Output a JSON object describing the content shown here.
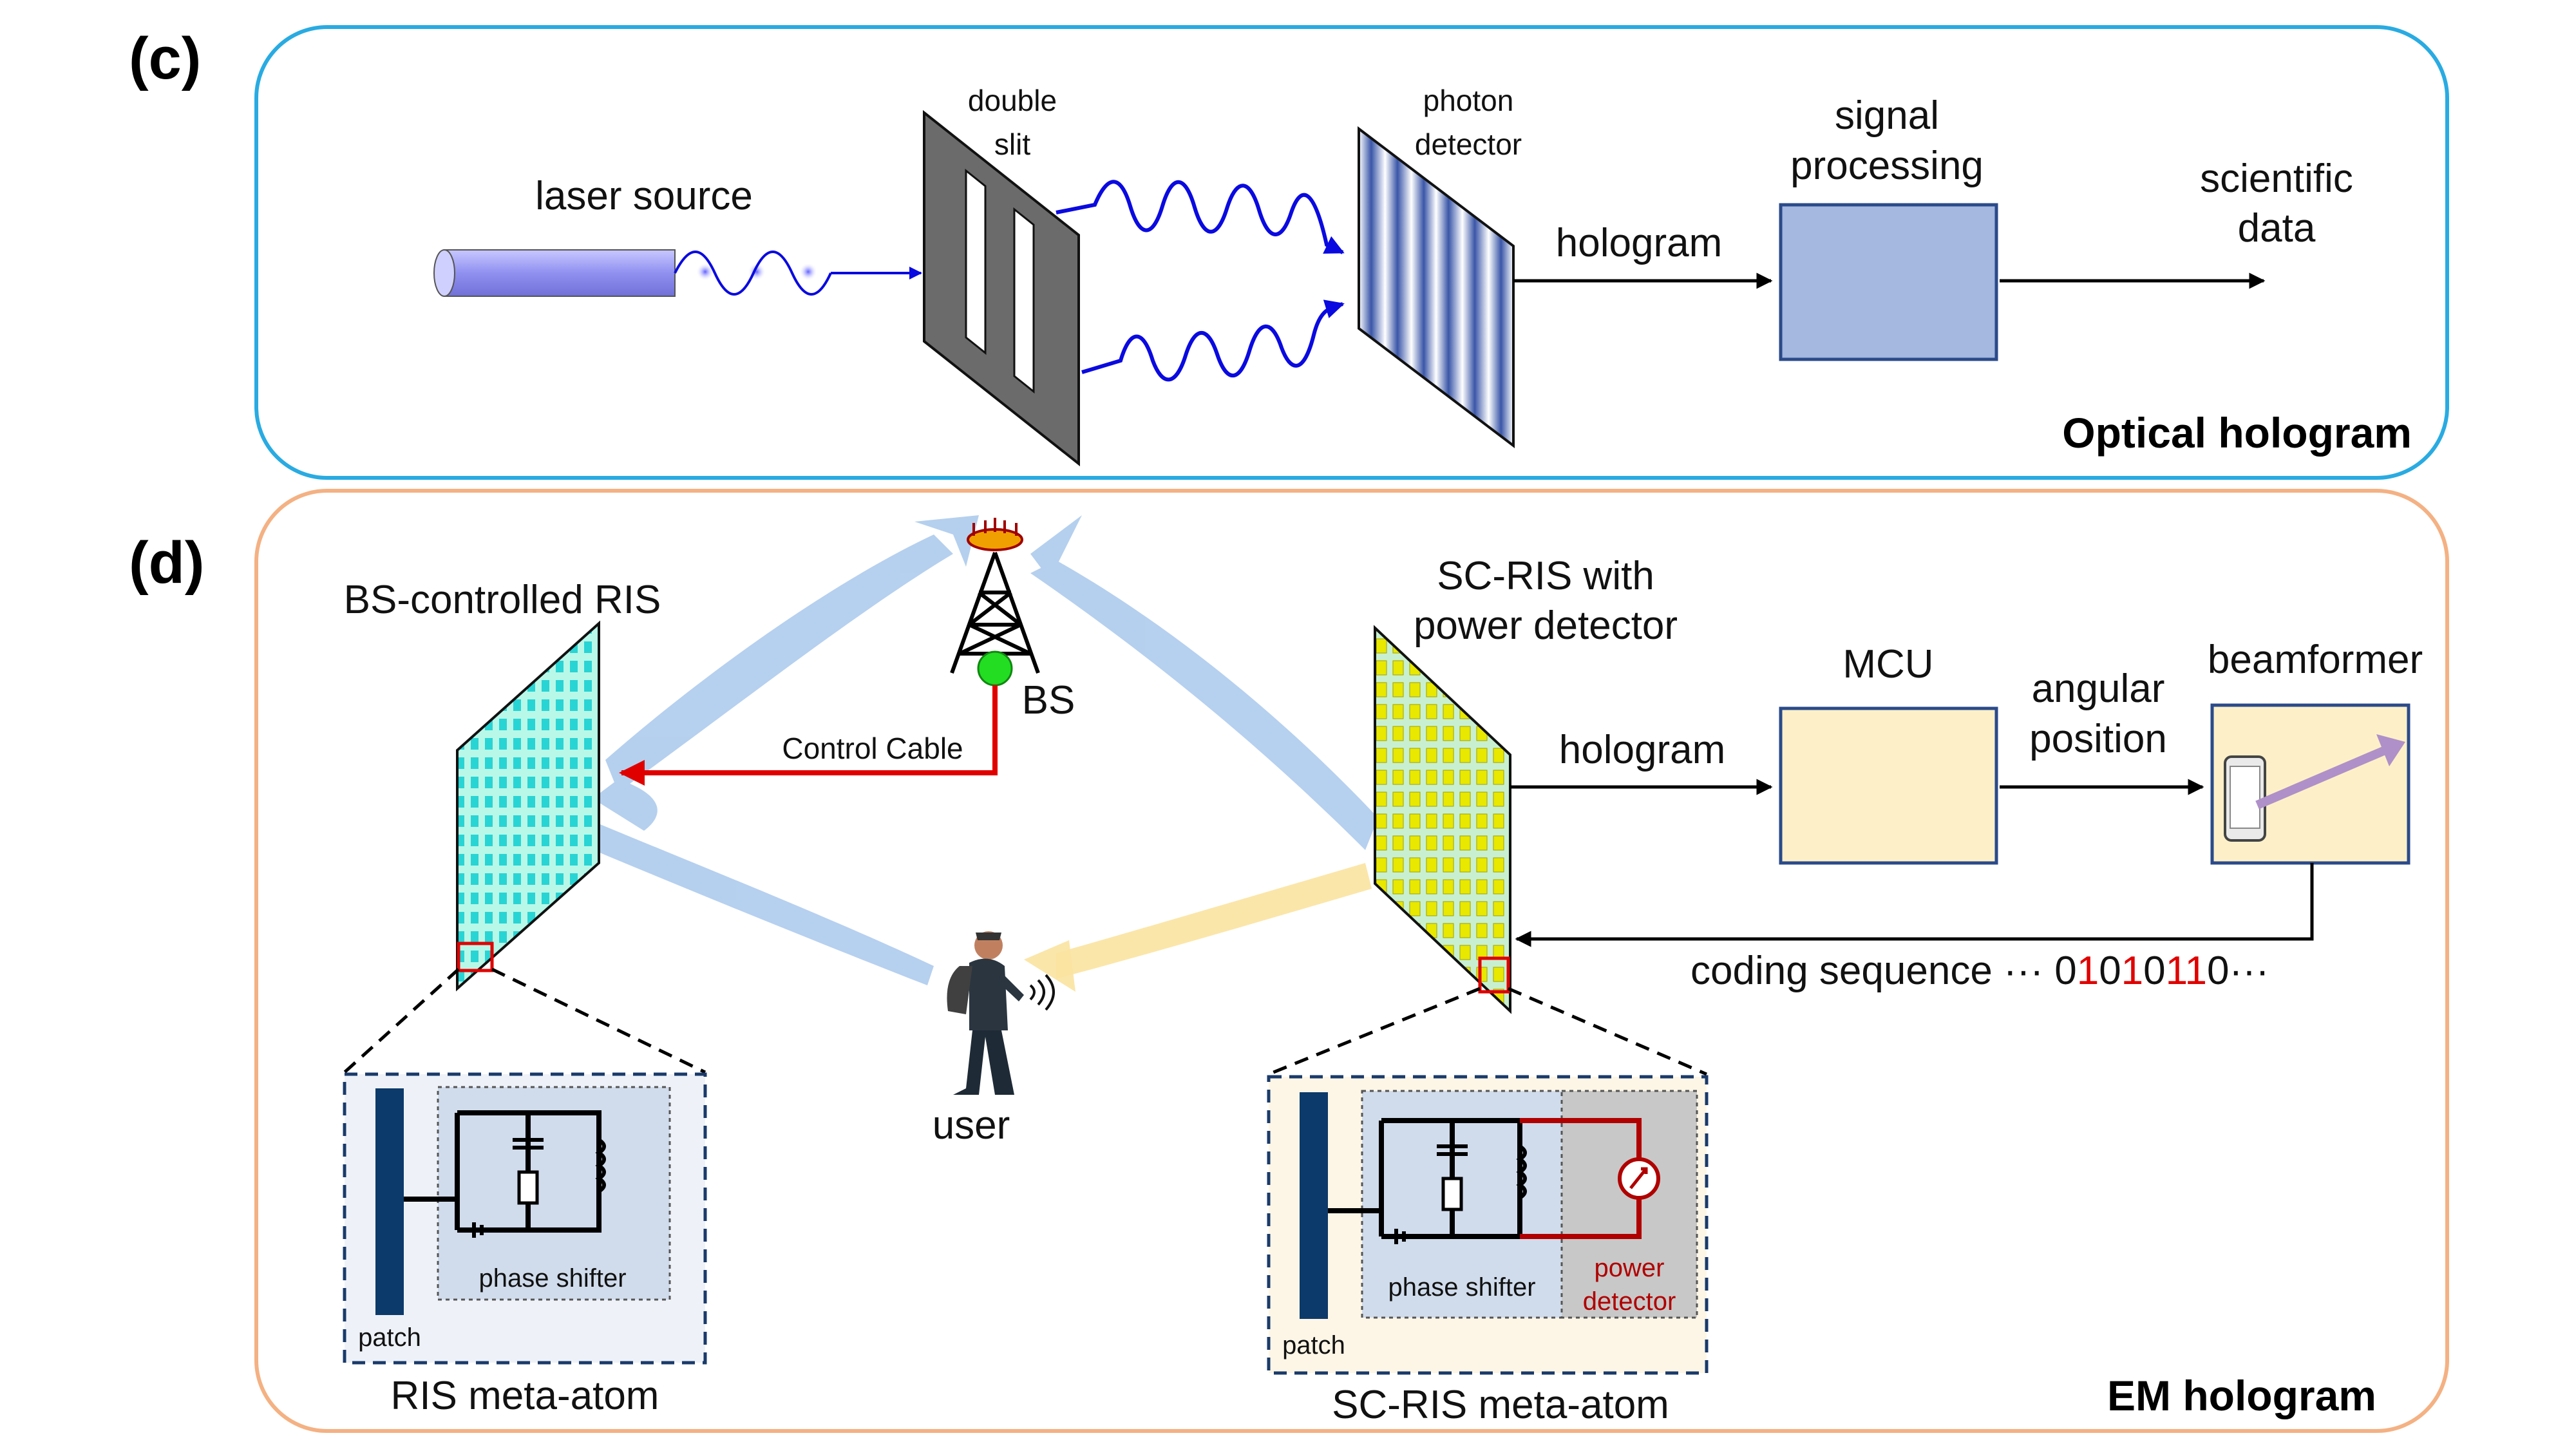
{
  "panel_c": {
    "tag": "(c)",
    "title": "Optical hologram",
    "laser_source": "laser source",
    "double_slit": [
      "double",
      "slit"
    ],
    "photon_detector": [
      "photon",
      "detector"
    ],
    "hologram": "hologram",
    "signal_processing": [
      "signal",
      "processing"
    ],
    "scientific_data": [
      "scientific",
      "data"
    ],
    "colors": {
      "border": "#29abe2",
      "laser": "#9b9bf0",
      "slit": "#666666",
      "processing": "#a4b8e0",
      "wave": "#0a0ae0"
    }
  },
  "panel_d": {
    "tag": "(d)",
    "title": "EM hologram",
    "bs_ris": "BS-controlled RIS",
    "bs": "BS",
    "control_cable": "Control Cable",
    "sc_ris": [
      "SC-RIS with",
      "power detector"
    ],
    "user": "user",
    "hologram": "hologram",
    "mcu": "MCU",
    "angular_position": [
      "angular",
      "position"
    ],
    "beamformer": "beamformer",
    "coding_prefix": "coding sequence ··· ",
    "coding_bits": [
      "0",
      "1",
      "0",
      "1",
      "0",
      "1",
      "1",
      "0"
    ],
    "coding_bits_red": [
      false,
      true,
      false,
      true,
      false,
      true,
      true,
      false
    ],
    "coding_suffix": "···",
    "ris_atom": {
      "phase_shifter": "phase shifter",
      "patch": "patch",
      "caption": "RIS meta-atom"
    },
    "sc_atom": {
      "phase_shifter": "phase shifter",
      "power_detector": [
        "power",
        "detector"
      ],
      "patch": "patch",
      "caption": "SC-RIS meta-atom"
    },
    "colors": {
      "border": "#f4b183",
      "mcu": "#fdf0c8",
      "ris_cell": "#29d4d4",
      "ris_bg": "#b8f8e8",
      "sc_cell": "#e8e800",
      "sc_bg": "#c8f0d0",
      "beam_blue": "#a9c8ec",
      "beam_yellow": "#fbe3a0",
      "cable": "#e00000",
      "bs_dot": "#22dd22"
    }
  }
}
